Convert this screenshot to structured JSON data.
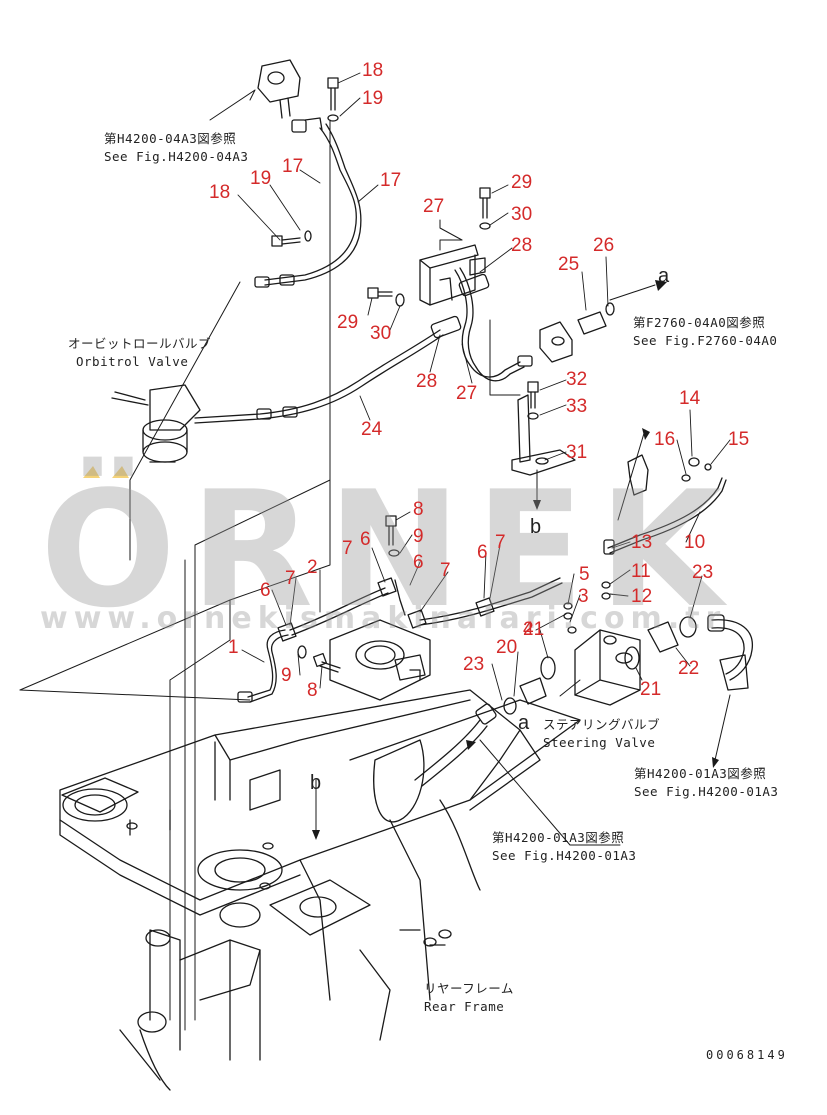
{
  "callouts": [
    "18",
    "19",
    "17",
    "17",
    "19",
    "18",
    "29",
    "30",
    "27",
    "28",
    "29",
    "30",
    "25",
    "26",
    "28",
    "27",
    "24",
    "32",
    "33",
    "31",
    "14",
    "16",
    "15",
    "13",
    "10",
    "8",
    "9",
    "6",
    "7",
    "2",
    "6",
    "7",
    "6",
    "6",
    "7",
    "7",
    "5",
    "4",
    "11",
    "3",
    "12",
    "23",
    "1",
    "9",
    "8",
    "21",
    "20",
    "23",
    "21",
    "22"
  ],
  "notes": {
    "fig_h4200_04a3_jp": "第H4200-04A3図参照",
    "fig_h4200_04a3_en": "See Fig.H4200-04A3",
    "orbitrol_jp": "オービットロールバルブ",
    "orbitrol_en": "Orbitrol Valve",
    "fig_f2760_jp": "第F2760-04A0図参照",
    "fig_f2760_en": "See Fig.F2760-04A0",
    "steering_jp": "ステアリングバルブ",
    "steering_en": "Steering Valve",
    "fig_h4200_01a3_right_jp": "第H4200-01A3図参照",
    "fig_h4200_01a3_right_en": "See Fig.H4200-01A3",
    "fig_h4200_01a3_mid_jp": "第H4200-01A3図参照",
    "fig_h4200_01a3_mid_en": "See Fig.H4200-01A3",
    "rear_frame_jp": "リヤーフレーム",
    "rear_frame_en": "Rear Frame"
  },
  "arrow_labels": {
    "a_top": "a",
    "a_mid": "a",
    "b_mid": "b",
    "b_low": "b"
  },
  "document_id": "00068149",
  "watermark": {
    "brand": "ÖRNEK",
    "url": "www.ornekismakinalari.com.tr"
  },
  "colors": {
    "callout": "#d42a2a",
    "line": "#1a1a1a",
    "watermark": "#999999",
    "accent": "#f0c040"
  }
}
